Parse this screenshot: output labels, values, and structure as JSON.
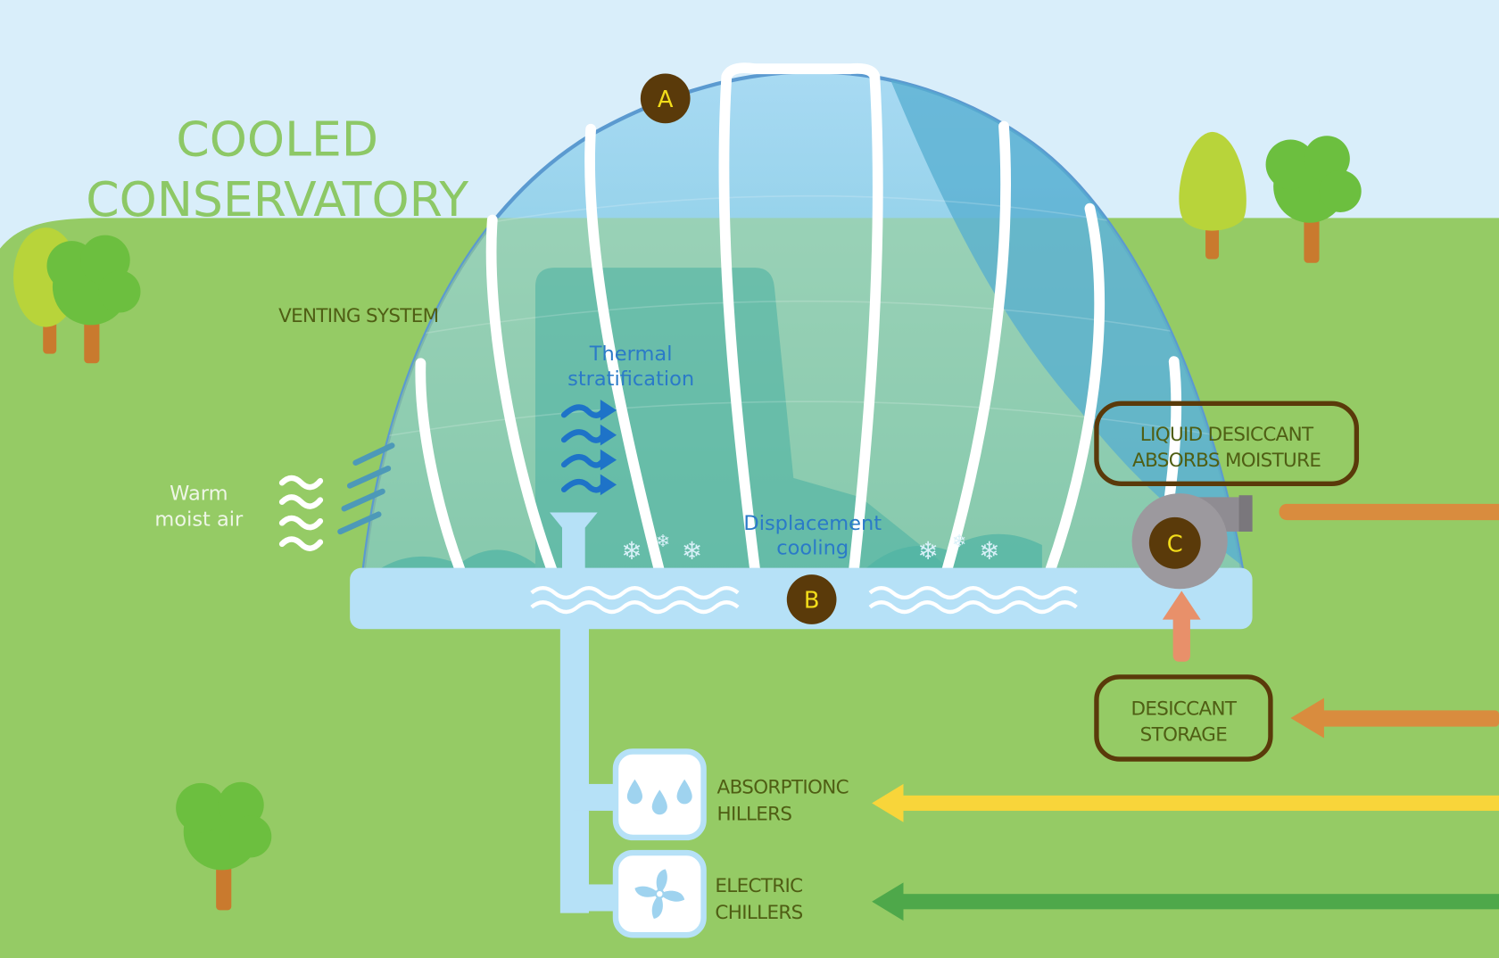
{
  "title": {
    "line1": "COOLED",
    "line2": "CONSERVATORY"
  },
  "labels": {
    "venting_system": "VENTING SYSTEM",
    "warm_moist_air": [
      "Warm",
      "moist air"
    ],
    "thermal_stratification": [
      "Thermal",
      "stratification"
    ],
    "displacement_cooling": [
      "Displacement",
      "cooling"
    ],
    "liquid_desiccant": [
      "LIQUID DESICCANT",
      "ABSORBS MOISTURE"
    ],
    "desiccant_storage": [
      "DESICCANT",
      "STORAGE"
    ],
    "absorption_chillers": [
      "ABSORPTIONC",
      "HILLERS"
    ],
    "electric_chillers": [
      "ELECTRIC",
      "CHILLERS"
    ]
  },
  "markers": {
    "a": "A",
    "b": "B",
    "c": "C"
  },
  "icons": {
    "absorption_chillers": "water-drops-icon",
    "electric_chillers": "fan-icon",
    "fan_unit": "blower-icon"
  },
  "colors": {
    "sky": "#d9eefa",
    "grass": "#95cb65",
    "dome_glass": "#6fc0de",
    "water_channel": "#b6e1f7",
    "label_border": "#5a3a0a",
    "badge_fill": "#5a3a0a",
    "badge_text": "#f2dc1a",
    "desiccant_arrow": "#d98c3e",
    "absorption_arrow": "#f8d53a",
    "electric_arrow": "#4ea84a",
    "title_green": "#8dc866",
    "text_blue": "#2a7ac8"
  }
}
